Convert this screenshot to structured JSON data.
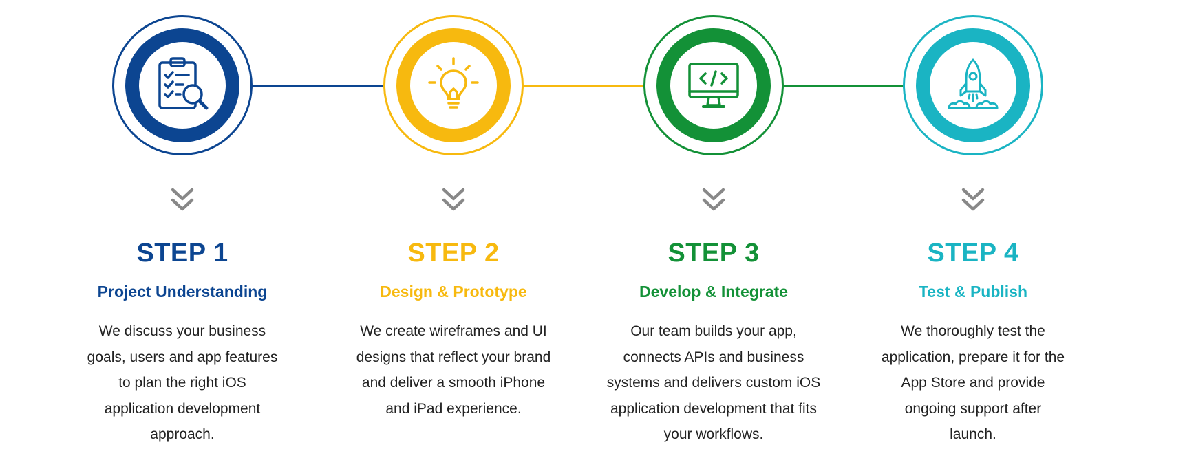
{
  "colors": {
    "step1": "#0c4591",
    "step2": "#f7b90f",
    "step3": "#139137",
    "step4": "#1ab4c3",
    "chevron": "#888888",
    "text": "#222222"
  },
  "steps": [
    {
      "icon": "clipboard-search-icon",
      "title": "STEP 1",
      "subtitle": "Project Understanding",
      "description": "We discuss your business goals, users and app features to plan the right iOS application development approach."
    },
    {
      "icon": "lightbulb-icon",
      "title": "STEP 2",
      "subtitle": "Design & Prototype",
      "description": "We create wireframes and UI designs that reflect your brand and deliver a smooth iPhone and iPad experience."
    },
    {
      "icon": "code-monitor-icon",
      "title": "STEP 3",
      "subtitle": "Develop & Integrate",
      "description": "Our team builds your app, connects APIs and business systems and delivers custom iOS application development that fits your workflows."
    },
    {
      "icon": "rocket-icon",
      "title": "STEP 4",
      "subtitle": "Test & Publish",
      "description": "We thoroughly test the application, prepare it for the App Store and provide ongoing support after launch."
    }
  ]
}
